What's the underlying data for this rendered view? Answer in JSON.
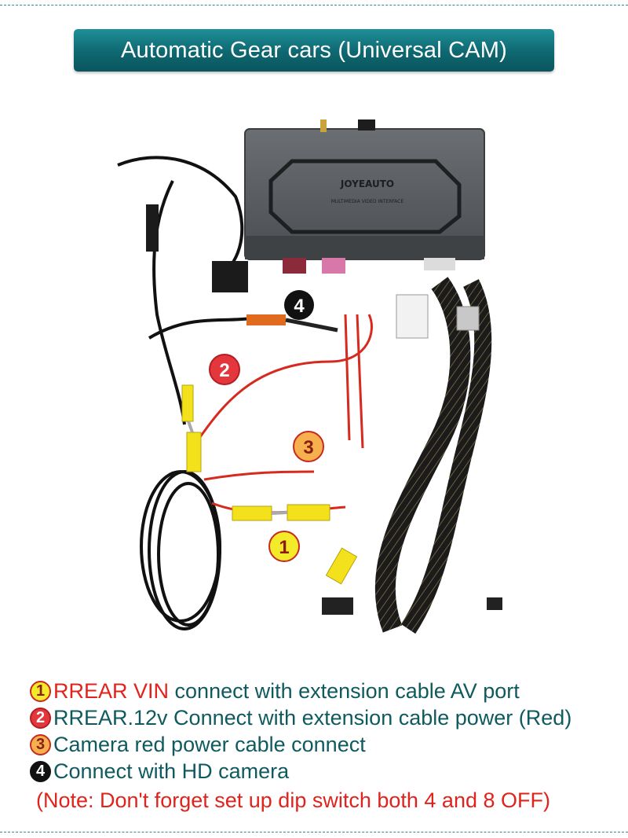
{
  "header": {
    "title": "Automatic Gear cars (Universal CAM)"
  },
  "photo": {
    "device_brand": "JOYEAUTO",
    "device_subtitle": "MULTIMEDIA VIDEO INTERFACE",
    "callouts": [
      "1",
      "2",
      "3",
      "4"
    ]
  },
  "legend": {
    "items": [
      {
        "num": "1",
        "highlight": "RREAR VIN",
        "text": " connect with extension cable AV port"
      },
      {
        "num": "2",
        "highlight": "",
        "text": "RREAR.12v Connect with extension cable power (Red)"
      },
      {
        "num": "3",
        "highlight": "",
        "text": "Camera red power cable connect"
      },
      {
        "num": "4",
        "highlight": "",
        "text": "Connect with HD camera"
      }
    ],
    "note": "(Note: Don't forget set up dip switch both 4 and 8 OFF)"
  },
  "colors": {
    "banner": "#0e6770",
    "text_teal": "#0f5a5f",
    "text_red": "#e0231c",
    "cable_yellow": "#f3e21b",
    "cable_red": "#d62a1f"
  }
}
